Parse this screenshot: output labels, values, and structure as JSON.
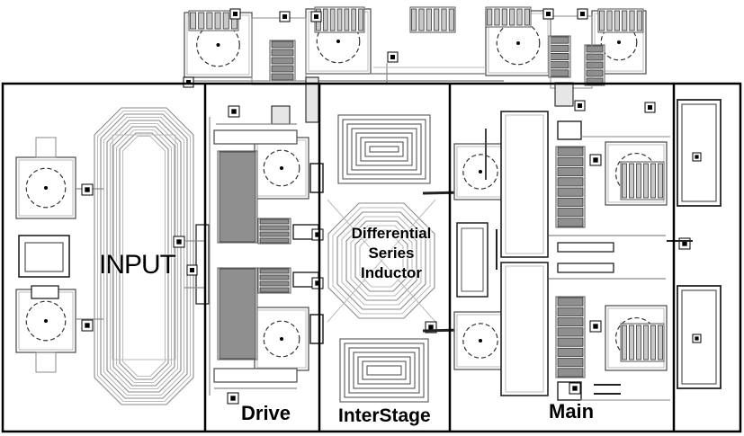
{
  "labels": {
    "input": "INPUT",
    "drive": "Drive",
    "interstage": "InterStage",
    "main": "Main",
    "differential_inductor": "Differential Series Inductor"
  },
  "colors": {
    "frame": "#000000",
    "metal": "#555555",
    "trace": "#8a8a8a",
    "light": "#bbbbbb"
  }
}
